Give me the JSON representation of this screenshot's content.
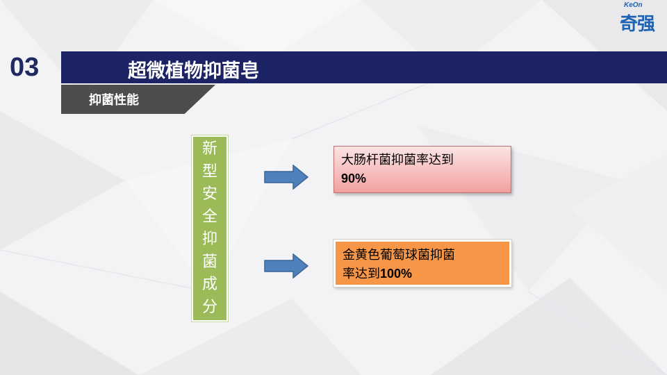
{
  "brand": {
    "logo_small": "KeOn",
    "logo_big": "奇强"
  },
  "header": {
    "section_number": "03",
    "title": "超微植物抑菌皂",
    "subtitle": "抑菌性能"
  },
  "ingredient": {
    "label_chars": [
      "新",
      "型",
      "安",
      "全",
      "抑",
      "菌",
      "成",
      "分"
    ]
  },
  "results": [
    {
      "text": "大肠杆菌抑菌率达到",
      "value": "90%"
    },
    {
      "text_line1": "金黄色葡萄球菌抑菌",
      "text_line2": "率达到",
      "value": "100%"
    }
  ],
  "colors": {
    "title_bar": "#1c2466",
    "subtitle_tab": "#4d4d4d",
    "ingredient_box": "#9bbb59",
    "arrow": "#4f81bd",
    "result_1": "#f2a0a0",
    "result_2": "#f79646"
  }
}
